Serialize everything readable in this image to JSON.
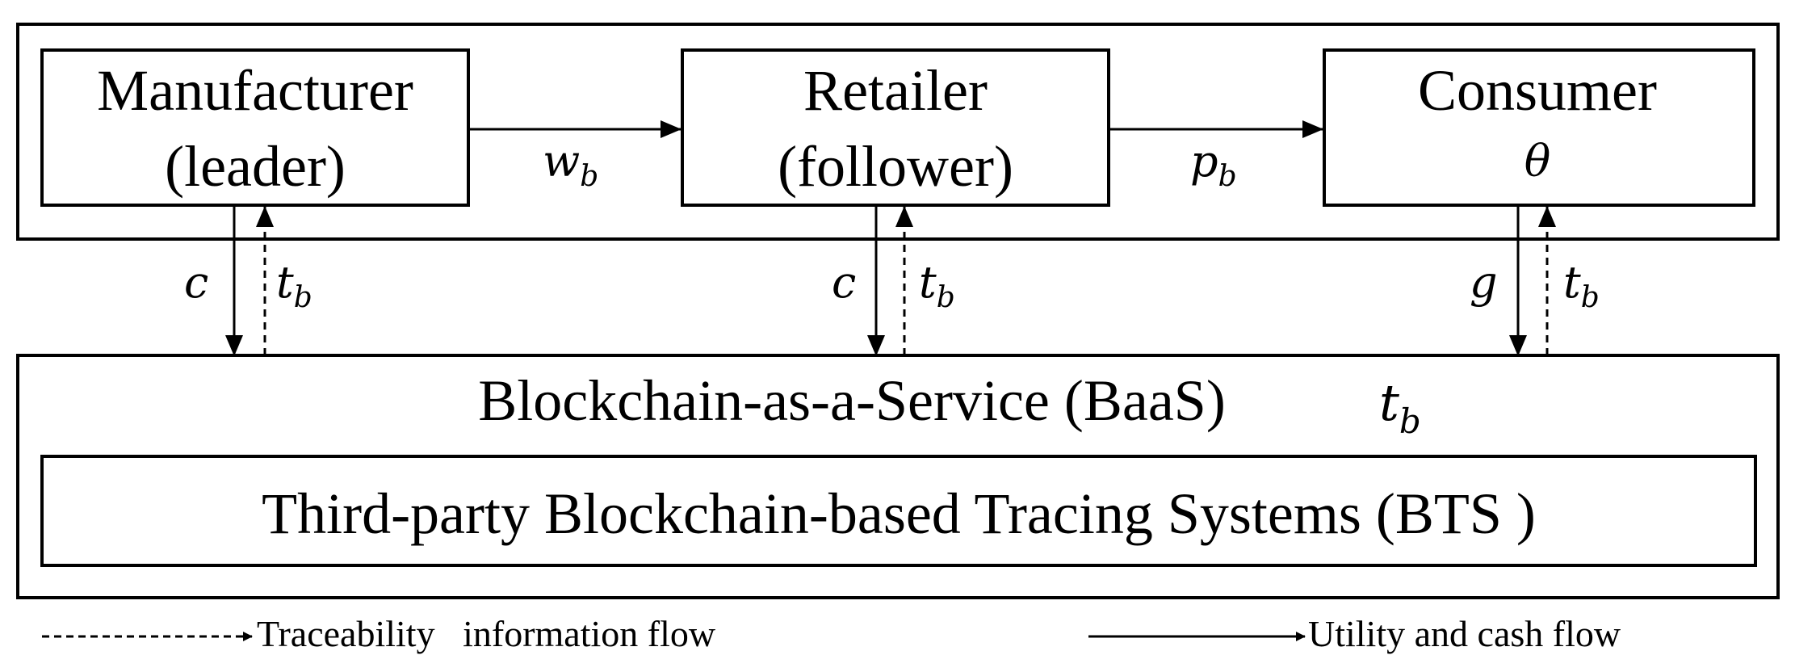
{
  "nodes": {
    "manufacturer": {
      "line1": "Manufacturer",
      "line2": "(leader)"
    },
    "retailer": {
      "line1": "Retailer",
      "line2": "(follower)"
    },
    "consumer": {
      "line1": "Consumer",
      "symbol": "θ"
    }
  },
  "edges": {
    "manufacturer_to_retailer": {
      "base": "w",
      "sub": "b"
    },
    "retailer_to_consumer": {
      "base": "p",
      "sub": "b"
    },
    "manufacturer_down": "c",
    "retailer_down": "c",
    "consumer_down": "g",
    "tb_base": "t",
    "tb_sub": "b"
  },
  "baas": {
    "label": "Blockchain-as-a-Service (BaaS)",
    "symbol_base": "t",
    "symbol_sub": "b"
  },
  "bts": {
    "label": "Third-party Blockchain-based Tracing Systems (BTS )"
  },
  "legend": {
    "dashed_label": "Traceability   information flow",
    "solid_label": "Utility and cash flow"
  },
  "colors": {
    "stroke": "#000000",
    "background": "#ffffff"
  }
}
